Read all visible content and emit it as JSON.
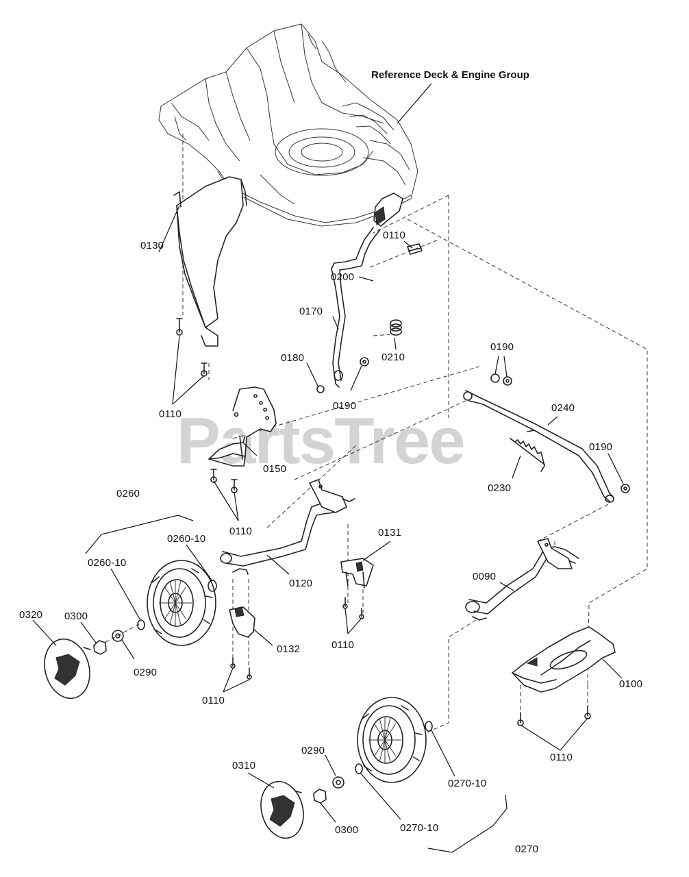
{
  "watermark": "PartsTree",
  "reference_label": "Reference Deck & Engine Group",
  "callouts": {
    "c0130": "0130",
    "c0110_top": "0110",
    "c0200": "0200",
    "c0170": "0170",
    "c0210": "0210",
    "c0180": "0180",
    "c0190_a": "0190",
    "c0110_left": "0110",
    "c0150": "0150",
    "c0190_b": "0190",
    "c0240": "0240",
    "c0190_c": "0190",
    "c0230": "0230",
    "c0110_mid": "0110",
    "c0260": "0260",
    "c0260_10_a": "0260-10",
    "c0260_10_b": "0260-10",
    "c0120": "0120",
    "c0131": "0131",
    "c0090": "0090",
    "c0320": "0320",
    "c0300_a": "0300",
    "c0290_a": "0290",
    "c0132": "0132",
    "c0110_c": "0110",
    "c0110_d": "0110",
    "c0100": "0100",
    "c0110_e": "0110",
    "c0290_b": "0290",
    "c0310": "0310",
    "c0300_b": "0300",
    "c0270_10_a": "0270-10",
    "c0270_10_b": "0270-10",
    "c0270": "0270"
  }
}
